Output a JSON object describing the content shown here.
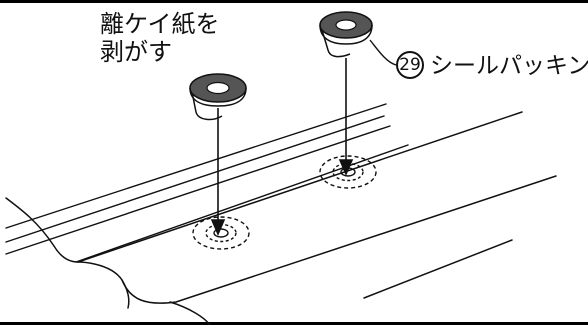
{
  "instruction": {
    "line1": "離ケイ紙を",
    "line2": "剥がす"
  },
  "part_callout": {
    "number": "29",
    "label": "シールパッキン"
  }
}
